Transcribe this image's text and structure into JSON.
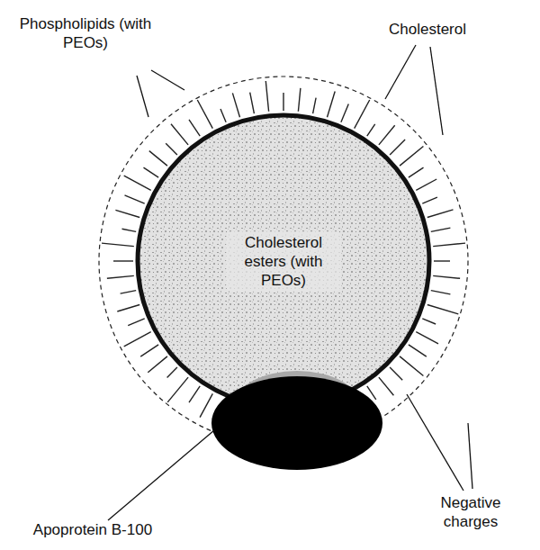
{
  "diagram": {
    "nodes": [
      {
        "text": [
          "Cholesterol esters (with PEOs)"
        ]
      }
    ],
    "labels": [
      "Phospholipids (with PEOs)",
      "Cholesterol",
      "Apoprotein B-100",
      "Negative charges"
    ]
  }
}
